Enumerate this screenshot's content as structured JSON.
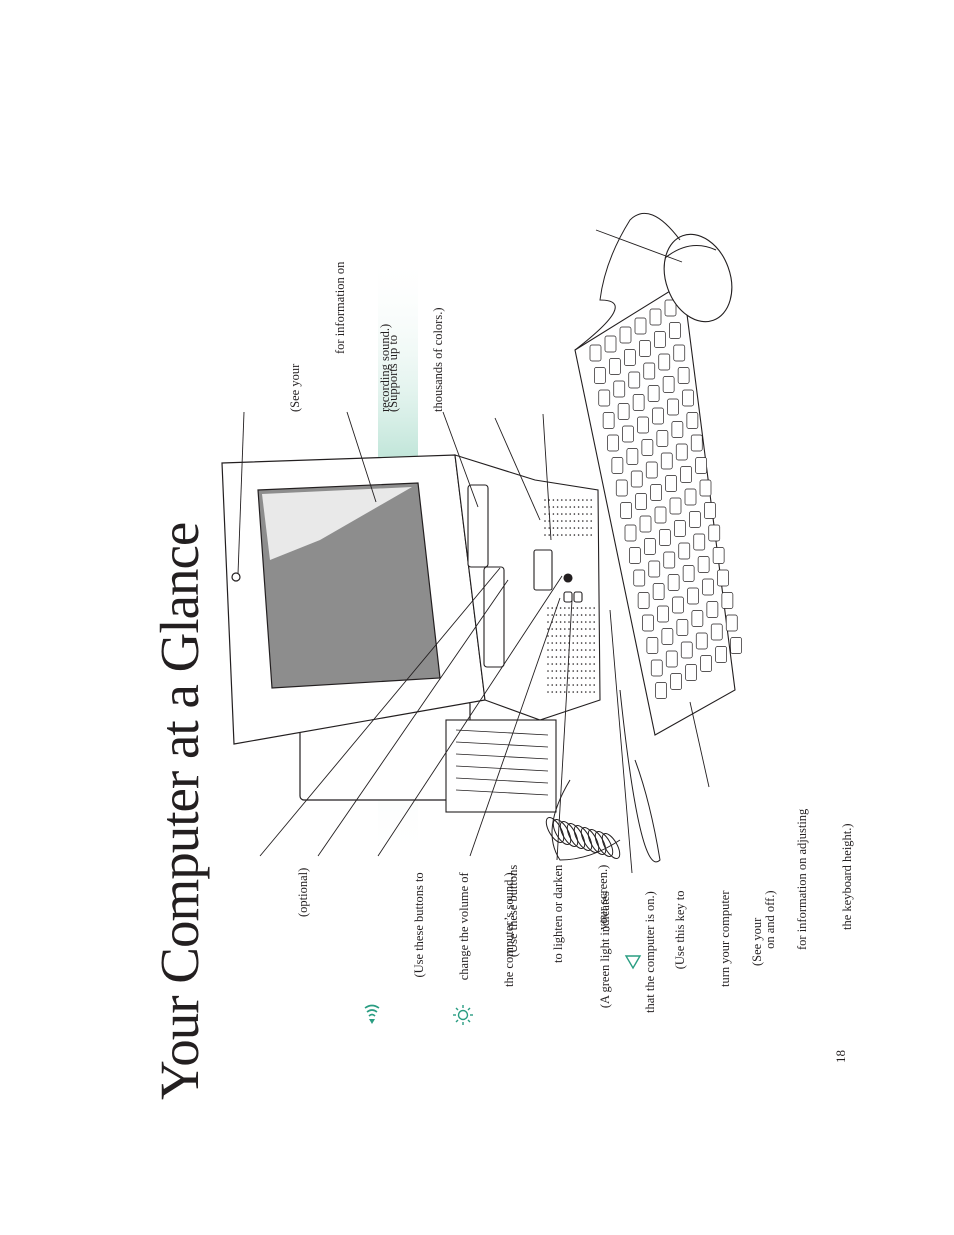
{
  "page": {
    "title": "Your Computer at a Glance",
    "page_number": "18"
  },
  "callouts": {
    "microphone": [
      "(See your",
      "for information on",
      "recording sound.)"
    ],
    "monitor": [
      "(Supports up to",
      "thousands of colors.)"
    ],
    "cd": [
      "(optional)"
    ],
    "volume": [
      "(Use these buttons to",
      "change the volume of",
      "the computer’s sound.)"
    ],
    "brightness": [
      "(Use these buttons",
      "to lighten or darken",
      "your screen.)"
    ],
    "power_light": [
      "(A green light indicates",
      "that the computer is on.)"
    ],
    "power_key": [
      "(Use this key to",
      "turn your computer",
      "on and off.)"
    ],
    "keyboard": [
      "(See your",
      "for information on adjusting",
      "the keyboard height.)"
    ]
  },
  "icons": {
    "volume": "sound-waves-icon",
    "brightness": "sun-icon",
    "power_key": "triangle-power-key-icon",
    "accent": "#2a9d82"
  }
}
